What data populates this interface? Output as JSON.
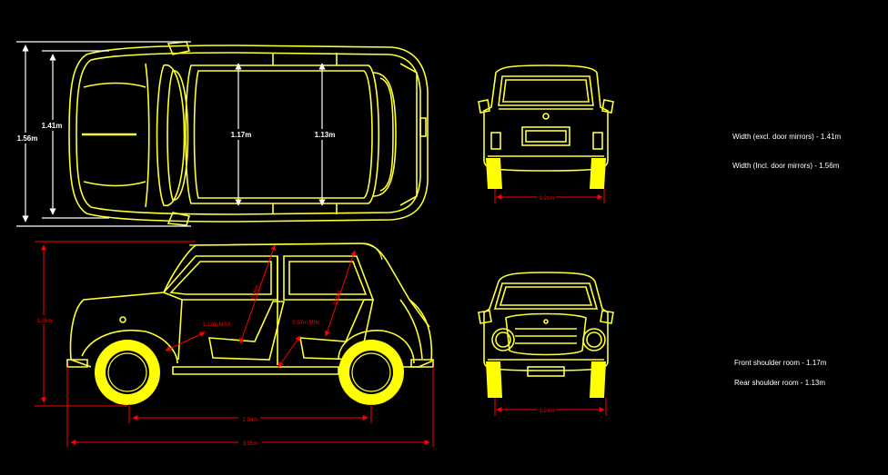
{
  "colors": {
    "background": "#000000",
    "outline": "#ffff33",
    "tyre": "#ffff00",
    "dimension": "#ff0000",
    "white_dim": "#ffffff"
  },
  "top_view": {
    "overall_width": "1.56m",
    "body_width": "1.41m",
    "front_shoulder": "1.17m",
    "rear_shoulder": "1.13m"
  },
  "side_view": {
    "height": "1.35m",
    "wheelbase": "2.04m",
    "length": "3.05m",
    "front_legroom": "1.12m MAX",
    "rear_legroom": "0.97m MIN",
    "front_headroom": "0.98m",
    "rear_headroom": "0.94m"
  },
  "rear_view": {
    "track": "1.21m"
  },
  "front_view": {
    "track": "1.24m"
  },
  "notes": {
    "width_excl": "Width (excl. door mirrors) - 1.41m",
    "width_incl": "Width (Incl. door mirrors) - 1.56m",
    "front_shoulder_room": "Front shoulder room - 1.17m",
    "rear_shoulder_room": "Rear shoulder room - 1.13m"
  }
}
